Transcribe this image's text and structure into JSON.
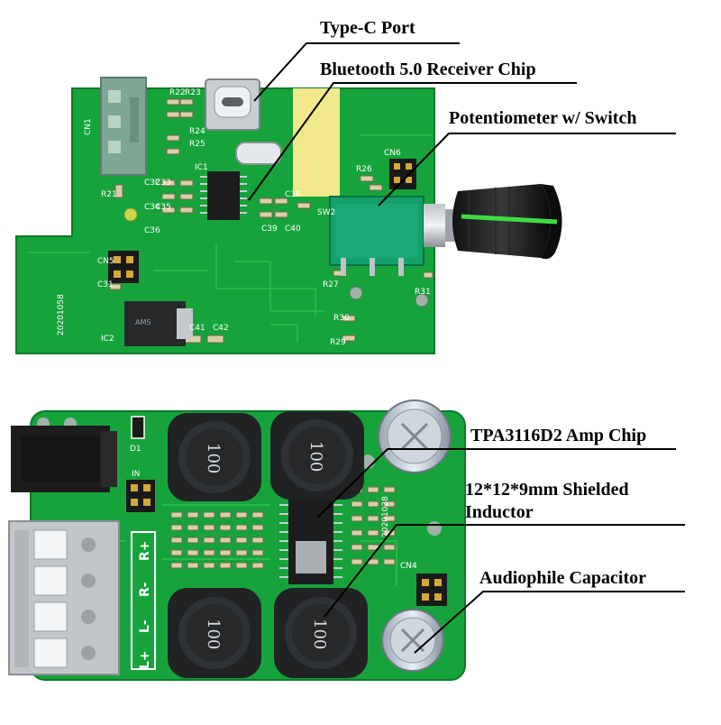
{
  "callouts": {
    "typec": "Type-C Port",
    "bt": "Bluetooth 5.0 Receiver Chip",
    "pot": "Potentiometer w/ Switch",
    "amp": "TPA3116D2 Amp Chip",
    "inductor_line1": "12*12*9mm Shielded",
    "inductor_line2": "Inductor",
    "cap": "Audiophile Capacitor"
  },
  "top_board": {
    "jack_ref": "CN1",
    "resistors": [
      "R22",
      "R23",
      "R24",
      "R25",
      "R21",
      "R26",
      "R27",
      "R29",
      "R30",
      "R31"
    ],
    "caps": [
      "C32",
      "C33",
      "C34",
      "C35",
      "C36",
      "C38",
      "C39",
      "C40",
      "C41",
      "C42",
      "C31"
    ],
    "ic1": "IC1",
    "ic2": "IC2",
    "sw": "SW2",
    "cn5": "CN5",
    "cn6": "CN6",
    "date": "20201058",
    "reg_mark": "AMS"
  },
  "bottom_board": {
    "inductor_mark": "100",
    "terminal_labels": [
      "L+",
      "L-",
      "R-",
      "R+"
    ],
    "date": "20201028",
    "d1": "D1",
    "cn4": "CN4",
    "cn_in": "IN"
  },
  "colors": {
    "pcb": "#17a33b",
    "pcb_dark": "#0f8a2e",
    "terminal": "#7fa595",
    "knob": "#1a1a1a",
    "knob_stripe": "#3ddc43"
  }
}
